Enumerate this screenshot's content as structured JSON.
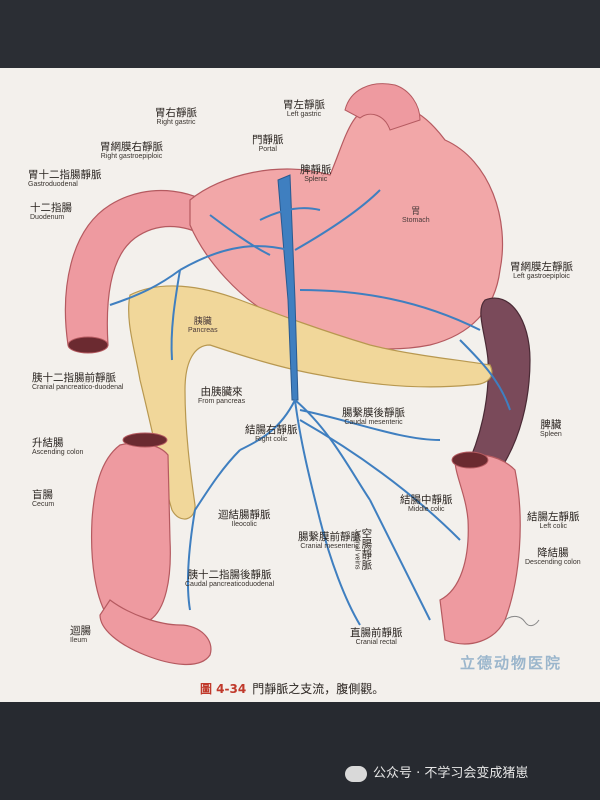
{
  "labels": {
    "right_gastric": {
      "cn": "胃右靜脈",
      "en": "Right gastric"
    },
    "left_gastric": {
      "cn": "胃左靜脈",
      "en": "Left gastric"
    },
    "portal": {
      "cn": "門靜脈",
      "en": "Portal"
    },
    "right_gastroepiploic": {
      "cn": "胃網膜右靜脈",
      "en": "Right gastroepiploic"
    },
    "splenic": {
      "cn": "脾靜脈",
      "en": "Splenic"
    },
    "gastroduodenal": {
      "cn": "胃十二指腸靜脈",
      "en": "Gastroduodenal"
    },
    "duodenum": {
      "cn": "十二指腸",
      "en": "Duodenum"
    },
    "stomach": {
      "cn": "胃",
      "en": "Stomach"
    },
    "left_gastroepiploic": {
      "cn": "胃網膜左靜脈",
      "en": "Left gastroepiploic"
    },
    "pancreas": {
      "cn": "胰臟",
      "en": "Pancreas"
    },
    "cranial_pancreaticoduodenal": {
      "cn": "胰十二指腸前靜脈",
      "en": "Cranial pancreatico-duodenal"
    },
    "from_pancreas": {
      "cn": "由胰臟來",
      "en": "From pancreas"
    },
    "caudal_mesenteric": {
      "cn": "腸繫膜後靜脈",
      "en": "Caudal mesenteric"
    },
    "spleen": {
      "cn": "脾臟",
      "en": "Spleen"
    },
    "right_colic": {
      "cn": "結腸右靜脈",
      "en": "Right colic"
    },
    "ascending_colon": {
      "cn": "升結腸",
      "en": "Ascending colon"
    },
    "cecum": {
      "cn": "盲腸",
      "en": "Cecum"
    },
    "middle_colic": {
      "cn": "結腸中靜脈",
      "en": "Middle colic"
    },
    "jejunal_veins": {
      "cn": "空腸靜脈",
      "en": "Jejunal veins"
    },
    "left_colic": {
      "cn": "結腸左靜脈",
      "en": "Left colic"
    },
    "ileocolic": {
      "cn": "迴結腸靜脈",
      "en": "Ileocolic"
    },
    "cranial_mesenteric": {
      "cn": "腸繫膜前靜脈",
      "en": "Cranial mesenteric"
    },
    "descending_colon": {
      "cn": "降結腸",
      "en": "Descending colon"
    },
    "caudal_pancreaticoduodenal": {
      "cn": "胰十二指腸後靜脈",
      "en": "Caudal pancreaticoduodenal"
    },
    "ileum": {
      "cn": "迴腸",
      "en": "Ileum"
    },
    "cranial_rectal": {
      "cn": "直腸前靜脈",
      "en": "Cranial rectal"
    }
  },
  "caption": {
    "fig": "圖 4-34",
    "text": "門靜脈之支流，腹側觀。"
  },
  "watermark": "立德动物医院",
  "footer": "公众号 · 不学习会变成猪崽",
  "colors": {
    "vein": "#3f7fc0",
    "stomach": "#ef9ea0",
    "pancreas": "#f1d79a",
    "spleen": "#7a4a5a",
    "intestine": "#eb9aa0"
  }
}
